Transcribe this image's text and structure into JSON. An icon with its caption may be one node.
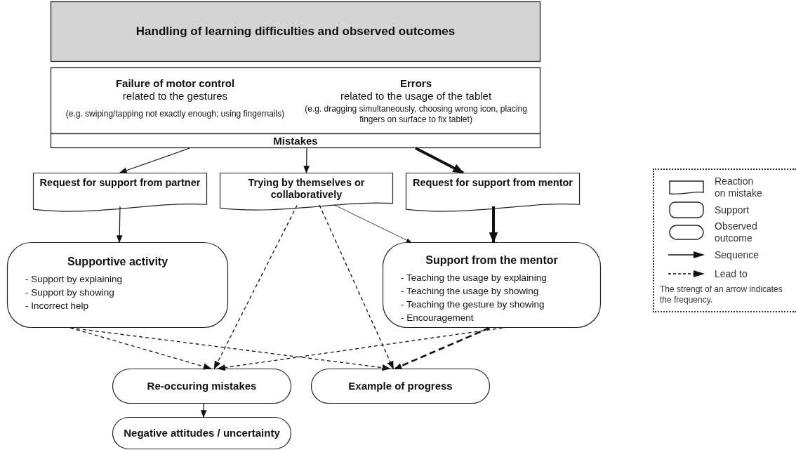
{
  "diagram": {
    "nodes": [
      {
        "text": [
          "Handling of learning difficulties and observed outcomes"
        ]
      },
      {
        "text": [
          "Failure of motor control",
          "related to the gestures",
          "(e.g. swiping/tapping not exactly enough; using fingernails)",
          "Errors",
          "related to the usage of the tablet",
          "(e.g. dragging simultaneously, choosing wrong icon, placing fingers on surface to fix tablet)"
        ]
      },
      {
        "text": [
          "Mistakes"
        ]
      },
      {
        "text": [
          "Request for support from partner"
        ]
      },
      {
        "text": [
          "Trying by themselves or collaboratively"
        ]
      },
      {
        "text": [
          "Request for support from mentor"
        ]
      },
      {
        "text": [
          "Supportive activity",
          "- Support by explaining",
          "- Support by showing",
          "- Incorrect help"
        ]
      },
      {
        "text": [
          "Support from the mentor",
          "- Teaching the usage by explaining",
          "- Teaching the usage by showing",
          "- Teaching the gesture by showing",
          "- Encouragement"
        ]
      },
      {
        "text": [
          "Re-occuring mistakes"
        ]
      },
      {
        "text": [
          "Example of progress"
        ]
      },
      {
        "text": [
          "Negative attitudes / uncertainty"
        ]
      }
    ],
    "edges": [
      {
        "from": 2,
        "to": 3,
        "arrow": "to"
      },
      {
        "from": 2,
        "to": 4,
        "arrow": "to"
      },
      {
        "from": 2,
        "to": 5,
        "arrow": "to",
        "style": "thick"
      },
      {
        "from": 3,
        "to": 6,
        "arrow": "to"
      },
      {
        "from": 4,
        "to": 7,
        "arrow": "to"
      },
      {
        "from": 5,
        "to": 7,
        "arrow": "to",
        "style": "thick"
      },
      {
        "from": 4,
        "to": 8,
        "arrow": "to",
        "style": "dashed"
      },
      {
        "from": 4,
        "to": 9,
        "arrow": "to",
        "style": "dashed"
      },
      {
        "from": 6,
        "to": 8,
        "arrow": "to",
        "style": "dashed"
      },
      {
        "from": 6,
        "to": 9,
        "arrow": "to",
        "style": "dashed"
      },
      {
        "from": 7,
        "to": 8,
        "arrow": "to",
        "style": "dashed"
      },
      {
        "from": 7,
        "to": 9,
        "arrow": "to",
        "style": "dashed"
      },
      {
        "from": 8,
        "to": 10,
        "arrow": "to"
      }
    ],
    "labels": [
      "The strengt of an arrow indicates the frequency."
    ],
    "legend": [
      {
        "text": "Reaction on mistake"
      },
      {
        "text": "Support"
      },
      {
        "text": "Observed outcome"
      },
      {
        "text": "Sequence"
      },
      {
        "text": "Lead to"
      }
    ]
  }
}
